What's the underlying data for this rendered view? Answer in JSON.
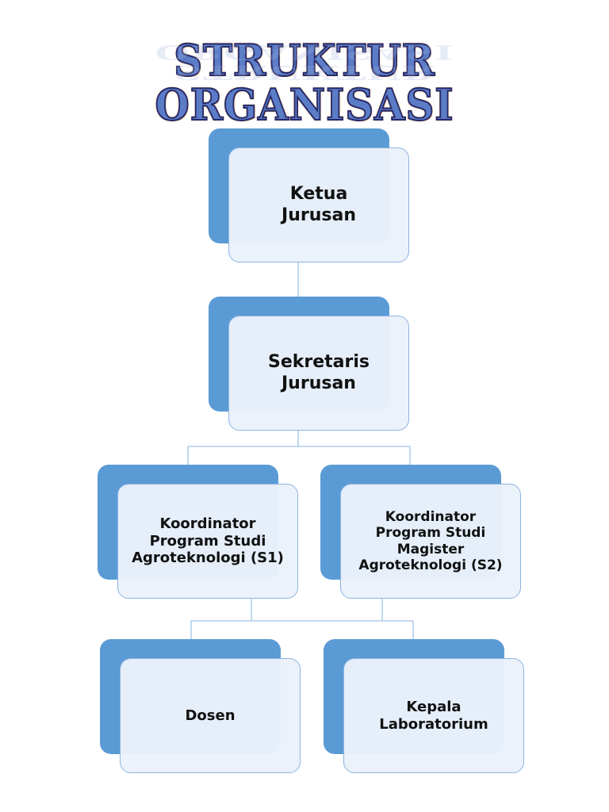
{
  "title": "STRUKTUR ORGANISASI",
  "nodes": {
    "ketua": "Ketua\nJurusan",
    "sekretaris": "Sekretaris\nJurusan",
    "koordinator_s1": "Koordinator\nProgram Studi\nAgroteknologi (S1)",
    "koordinator_s2": "Koordinator\nProgram Studi\nMagister\nAgroteknologi (S2)",
    "dosen": "Dosen",
    "kepala_lab": "Kepala\nLaboratorium"
  },
  "colors": {
    "box_back": "#5b9bd5",
    "box_front": "#ebf1fa",
    "box_border": "#8db3df",
    "connector": "#9fc2e3",
    "title_fill": "#5b7cc6",
    "title_outline": "#262a6a",
    "title_glow": "#ff9a3c"
  }
}
